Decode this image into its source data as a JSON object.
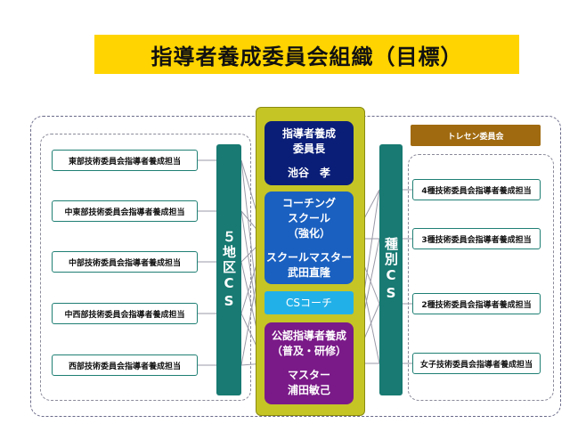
{
  "title": "指導者養成委員会組織（目標）",
  "center": {
    "chair_title": [
      "指導者養成",
      "委員長"
    ],
    "chair_name": "池谷　孝",
    "coaching_school": [
      "コーチング",
      "スクール",
      "（強化）"
    ],
    "school_master": [
      "スクールマスター",
      "武田直隆"
    ],
    "cs_coach": "CSコーチ",
    "certified_training": [
      "公認指導者養成",
      "（普及・研修）"
    ],
    "master": [
      "マスター",
      "浦田敏己"
    ]
  },
  "left": {
    "bar_label": "５地区CS",
    "items": [
      "東部技術委員会指導者養成担当",
      "中東部技術委員会指導者養成担当",
      "中部技術委員会指導者養成担当",
      "中西部技術委員会指導者養成担当",
      "西部技術委員会指導者養成担当"
    ]
  },
  "right": {
    "bar_label": "種別CS",
    "tresen": "トレセン委員会",
    "items": [
      "4種技術委員会指導者養成担当",
      "3種技術委員会指導者養成担当",
      "2種技術委員会指導者養成担当",
      "女子技術委員会指導者養成担当"
    ]
  },
  "colors": {
    "title_bg": "#ffd400",
    "center_column": "#c5c526",
    "navy": "#0a1e78",
    "blue": "#1a60c0",
    "cyan": "#22b0e8",
    "purple": "#7a1a88",
    "teal": "#187a72",
    "brown": "#a06a10"
  }
}
